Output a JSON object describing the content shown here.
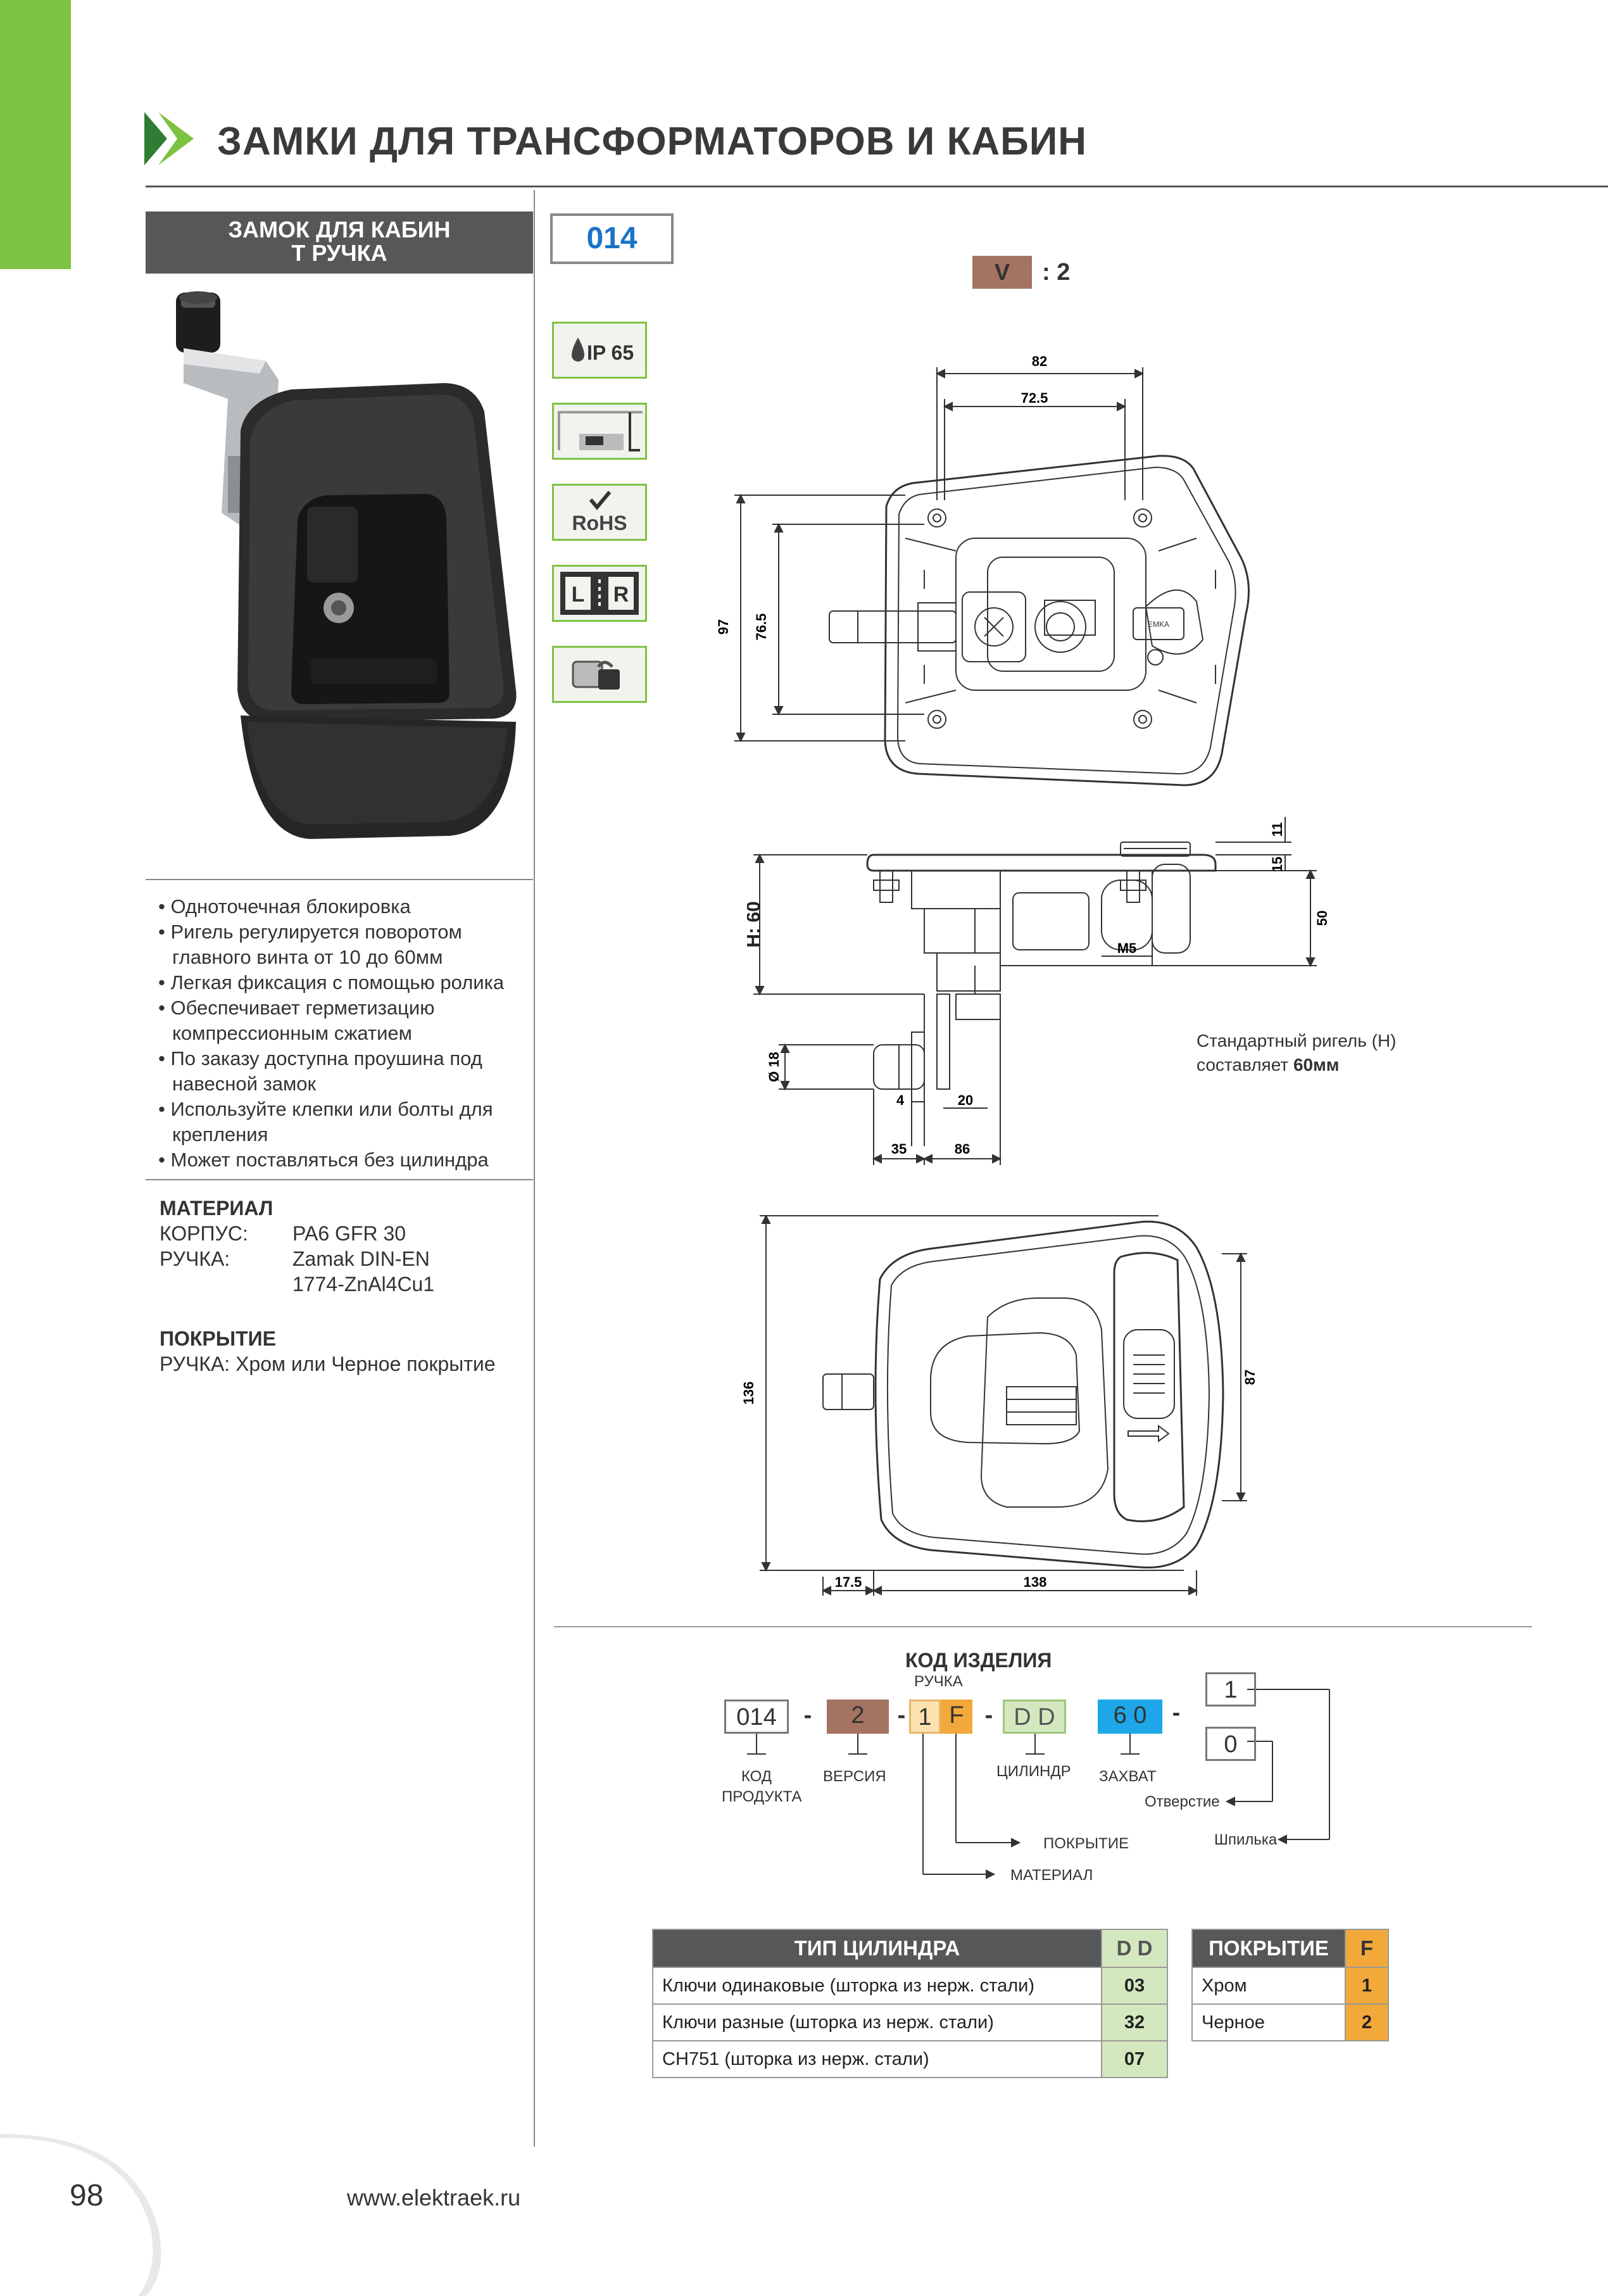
{
  "header": {
    "title": "ЗАМКИ ДЛЯ ТРАНСФОРМАТОРОВ И КАБИН"
  },
  "product": {
    "name_line1": "ЗАМОК ДЛЯ КАБИН",
    "name_line2": "Т РУЧКА",
    "code": "014"
  },
  "icons": [
    {
      "name": "ip65-icon",
      "label": "IP 65"
    },
    {
      "name": "mounting-icon",
      "label": ""
    },
    {
      "name": "rohs-icon",
      "label": "RoHS"
    },
    {
      "name": "left-right-icon",
      "label": "L R"
    },
    {
      "name": "padlock-icon",
      "label": ""
    }
  ],
  "features": [
    "• Одноточечная блокировка",
    "• Ригель регулируется поворотом главного винта от 10 до 60мм",
    "• Легкая фиксация с помощью ролика",
    "• Обеспечивает герметизацию компрессионным сжатием",
    "• По заказу доступна проушина под навесной замок",
    "• Используйте клепки или болты для крепления",
    "• Может поставляться без цилиндра"
  ],
  "material": {
    "heading": "МАТЕРИАЛ",
    "body_label": "КОРПУС:",
    "body_value": "PA6 GFR 30",
    "handle_label": "РУЧКА:",
    "handle_value_1": "Zamak DIN-EN",
    "handle_value_2": "1774-ZnAl4Cu1"
  },
  "coating": {
    "heading": "ПОКРЫТИЕ",
    "text": "РУЧКА: Хром или Черное покрытие"
  },
  "drawing": {
    "version_badge": "V",
    "version_value": ": 2",
    "dims_top": [
      "82",
      "72.5",
      "97",
      "76.5"
    ],
    "dims_side": [
      "11",
      "15",
      "50",
      "H: 60",
      "M5",
      "Ø 18",
      "4",
      "20",
      "35",
      "86"
    ],
    "dims_front": [
      "136",
      "87",
      "17.5",
      "138"
    ],
    "note_line1": "Стандартный ригель (H)",
    "note_line2_prefix": "составляет ",
    "note_line2_bold": "60мм"
  },
  "order_code": {
    "heading": "КОД ИЗДЕЛИЯ",
    "ruchka_label": "РУЧКА",
    "box_code": "014",
    "box_version": "2",
    "box_material": "1",
    "box_coating": "F",
    "box_cylinder": "D D",
    "box_grip": "6 0",
    "box_opt1": "1",
    "box_opt0": "0",
    "dash": "-",
    "label_code_1": "КОД",
    "label_code_2": "ПРОДУКТА",
    "label_version": "ВЕРСИЯ",
    "label_cylinder": "ЦИЛИНДР",
    "label_grip": "ЗАХВАТ",
    "label_hole": "Отверстие",
    "label_stud": "Шпилька",
    "label_coating": "ПОКРЫТИЕ",
    "label_material": "МАТЕРИАЛ"
  },
  "cylinder_table": {
    "header": "ТИП ЦИЛИНДРА",
    "header_code": "D D",
    "rows": [
      {
        "label": "Ключи одинаковые (шторка из нерж. стали)",
        "code": "03"
      },
      {
        "label": "Ключи разные (шторка из нерж. стали)",
        "code": "32"
      },
      {
        "label": "CH751 (шторка из нерж. стали)",
        "code": "07"
      }
    ]
  },
  "coating_table": {
    "header": "ПОКРЫТИЕ",
    "header_code": "F",
    "rows": [
      {
        "label": "Хром",
        "code": "1"
      },
      {
        "label": "Черное",
        "code": "2"
      }
    ]
  },
  "footer": {
    "page": "98",
    "url": "www.elektraek.ru"
  },
  "colors": {
    "green": "#7dc243",
    "dark_grey": "#555759",
    "blue": "#1a73c7",
    "brown": "#a47361",
    "orange": "#f2a83a",
    "light_orange": "#fde2b0",
    "light_green": "#d4e8c0",
    "cyan": "#1ea7e8"
  }
}
